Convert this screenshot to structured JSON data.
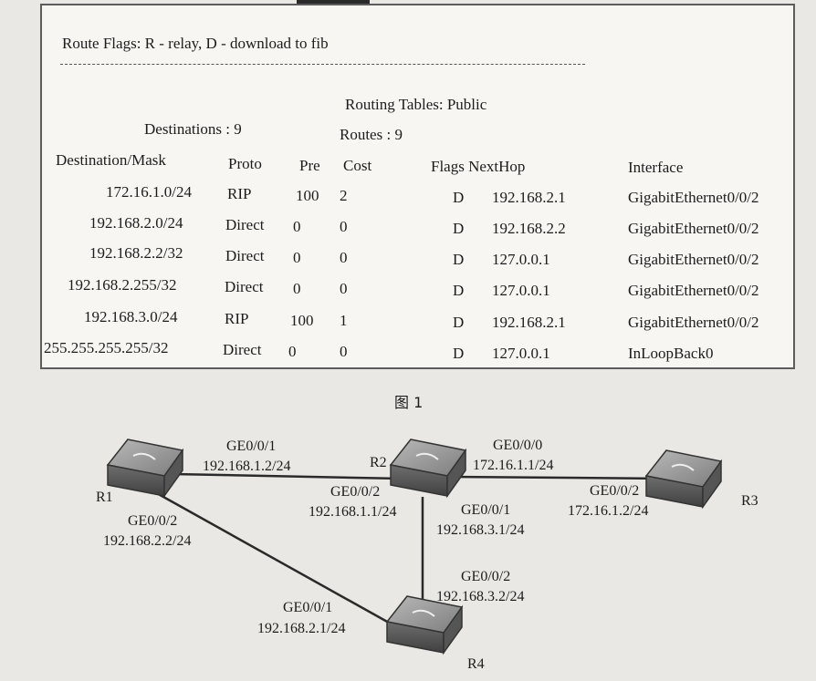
{
  "route_flags": "Route Flags: R - relay, D - download to fib",
  "table_title": "Routing Tables: Public",
  "destinations": "Destinations : 9",
  "routes": "Routes : 9",
  "headers": {
    "dest": "Destination/Mask",
    "proto": "Proto",
    "pre": "Pre",
    "cost": "Cost",
    "flags_nexthop": "Flags NextHop",
    "iface": "Interface"
  },
  "rows": [
    {
      "dest": "172.16.1.0/24",
      "proto": "RIP",
      "pre": "100",
      "cost": "2",
      "flags": "D",
      "nexthop": "192.168.2.1",
      "iface": "GigabitEthernet0/0/2"
    },
    {
      "dest": "192.168.2.0/24",
      "proto": "Direct",
      "pre": "0",
      "cost": "0",
      "flags": "D",
      "nexthop": "192.168.2.2",
      "iface": "GigabitEthernet0/0/2"
    },
    {
      "dest": "192.168.2.2/32",
      "proto": "Direct",
      "pre": "0",
      "cost": "0",
      "flags": "D",
      "nexthop": "127.0.0.1",
      "iface": "GigabitEthernet0/0/2"
    },
    {
      "dest": "192.168.2.255/32",
      "proto": "Direct",
      "pre": "0",
      "cost": "0",
      "flags": "D",
      "nexthop": "127.0.0.1",
      "iface": "GigabitEthernet0/0/2"
    },
    {
      "dest": "192.168.3.0/24",
      "proto": "RIP",
      "pre": "100",
      "cost": "1",
      "flags": "D",
      "nexthop": "192.168.2.1",
      "iface": "GigabitEthernet0/0/2"
    },
    {
      "dest": "255.255.255.255/32",
      "proto": "Direct",
      "pre": "0",
      "cost": "0",
      "flags": "D",
      "nexthop": "127.0.0.1",
      "iface": "InLoopBack0"
    }
  ],
  "figure_caption": "图 1",
  "routers": {
    "r1": "R1",
    "r2": "R2",
    "r3": "R3",
    "r4": "R4"
  },
  "links": {
    "r1_r2_r1side": {
      "port": "GE0/0/1",
      "ip": "192.168.1.2/24"
    },
    "r1_r2_r2side": {
      "port": "GE0/0/2",
      "ip": "192.168.1.1/24"
    },
    "r2_r3_r2side": {
      "port": "GE0/0/0",
      "ip": "172.16.1.1/24"
    },
    "r2_r3_r3side": {
      "port": "GE0/0/2",
      "ip": "172.16.1.2/24"
    },
    "r2_r4_r2side": {
      "port": "GE0/0/1",
      "ip": "192.168.3.1/24"
    },
    "r2_r4_r4side": {
      "port": "GE0/0/2",
      "ip": "192.168.3.2/24"
    },
    "r1_r4_r1side": {
      "port": "GE0/0/2",
      "ip": "192.168.2.2/24"
    },
    "r1_r4_r4side": {
      "port": "GE0/0/1",
      "ip": "192.168.2.1/24"
    }
  },
  "colors": {
    "page": "#e9e8e4",
    "panel": "#f7f6f3",
    "router": "#8b8b8b"
  }
}
